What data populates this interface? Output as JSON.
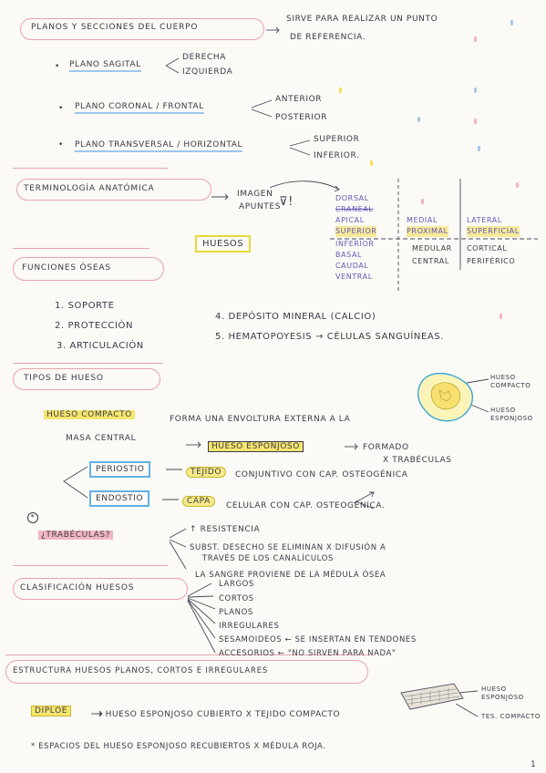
{
  "planos": {
    "title": "Planos y secciones del cuerpo",
    "arrow_note_1": "Sirve para realizar un punto",
    "arrow_note_2": "de referencia.",
    "sagital": "Plano sagital",
    "sagital_a": "Derecha",
    "sagital_b": "Izquierda",
    "coronal": "Plano coronal / frontal",
    "coronal_a": "Anterior",
    "coronal_b": "Posterior",
    "transversal": "Plano transversal / horizontal",
    "transversal_a": "Superior",
    "transversal_b": "Inferior."
  },
  "terminologia": {
    "title": "Terminología anatómica",
    "note_1": "Imagen",
    "note_2": "apuntes",
    "col1": [
      "Dorsal",
      "Craneal",
      "Apical",
      "Superior"
    ],
    "col1_b": [
      "Inferior",
      "Basal",
      "Caudal",
      "Ventral"
    ],
    "col2_a": [
      "Medial",
      "Proximal"
    ],
    "col2_b": [
      "Medular",
      "Central"
    ],
    "col3_a": [
      "Lateral",
      "Superficial"
    ],
    "col3_b": [
      "Cortical",
      "Periférico"
    ]
  },
  "huesos_label": "Huesos",
  "funciones": {
    "title": "Funciones óseas",
    "items": [
      "1. Soporte",
      "2. Protección",
      "3. Articulación"
    ],
    "items_b": [
      "4. Depósito mineral (calcio)",
      "5. Hematopoyesis → células sanguíneas."
    ]
  },
  "tipos": {
    "title": "Tipos de hueso",
    "img_label_1": "Hueso compacto",
    "img_label_2": "Hueso esponjoso",
    "compacto": "Hueso compacto",
    "compacto_desc": "forma una envoltura externa a la",
    "masa": "masa central",
    "esponjoso": "hueso esponjoso",
    "formado": "formado",
    "trabeculas": "x trabéculas",
    "periostio": "Periostio",
    "tejido": "Tejido",
    "periostio_desc": "conjuntivo con cap. osteogénica",
    "endostio": "Endostio",
    "capa": "Capa",
    "endostio_desc": "celular con cap. osteogénica.",
    "trab_label": "¿Trabéculas?",
    "trab_1": "↑ Resistencia",
    "trab_2": "Subst. desecho se eliminan x difusión a",
    "trab_3": "través de los canalículos",
    "trab_4": "La sangre proviene de la médula ósea"
  },
  "clasificacion": {
    "title": "Clasificación huesos",
    "items": [
      "Largos",
      "Cortos",
      "Planos",
      "Irregulares",
      "Sesamoideos ← se insertan en tendones",
      "Accesorios ← \"no sirven para nada\""
    ]
  },
  "estructura": {
    "title": "Estructura huesos planos, cortos e irregulares",
    "img_label_1": "Hueso esponjoso",
    "img_label_2": "Tes. compacto",
    "diploe": "Diploe",
    "diploe_desc": "→ hueso esponjoso cubierto x tejido compacto",
    "note": "* Espacios del hueso esponjoso recubiertos x médula roja."
  },
  "page_number": "1"
}
